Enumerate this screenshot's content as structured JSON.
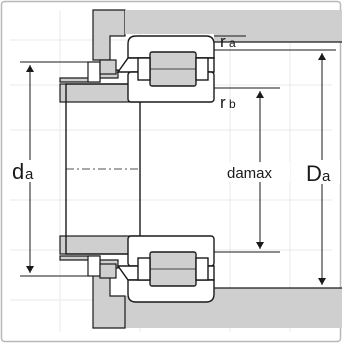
{
  "diagram": {
    "labels": {
      "ra": "r",
      "ra_sub": "a",
      "rb": "r",
      "rb_sub": "b",
      "da": "d",
      "da_sub": "a",
      "damax": "damax",
      "Da": "D",
      "Da_sub": "a"
    },
    "colors": {
      "fill_gray": "#cfcfcf",
      "line": "#1a1a1a",
      "faint_grid": "#e4e4e4",
      "frame": "#b8b8b8"
    }
  }
}
